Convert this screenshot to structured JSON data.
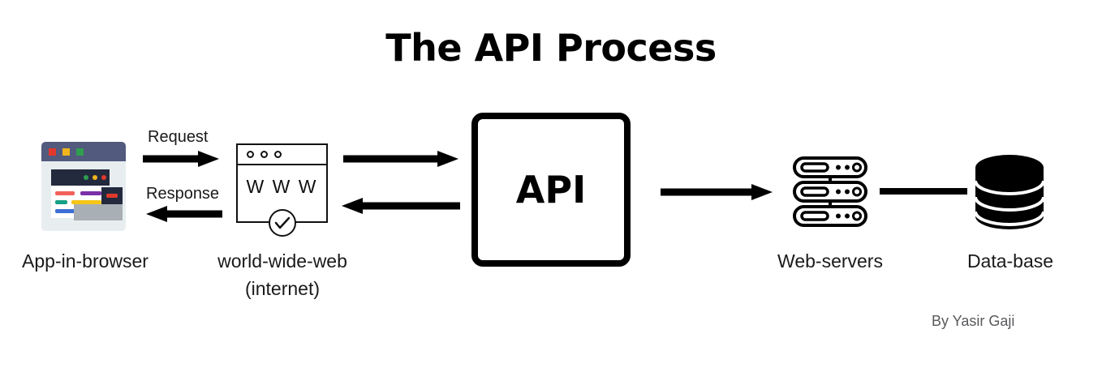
{
  "title": "The API Process",
  "credit": "By Yasir Gaji",
  "nodes": {
    "browser": {
      "label": "App-in-browser",
      "icon": "browser-window-icon"
    },
    "www": {
      "label": "world-wide-web\n(internet)",
      "text": "W W W",
      "icon": "www-window-icon",
      "badge": "check-circle-icon"
    },
    "api": {
      "label": "API",
      "icon": "api-box"
    },
    "servers": {
      "label": "Web-servers",
      "icon": "server-stack-icon"
    },
    "database": {
      "label": "Data-base",
      "icon": "database-cylinder-icon"
    }
  },
  "connections": {
    "request_label": "Request",
    "response_label": "Response"
  },
  "colors": {
    "stroke": "#000000",
    "title": "#000000",
    "label": "#1a1a1a",
    "credit": "#59595d",
    "browser_titlebar": "#525a7d",
    "browser_body": "#e8eef0",
    "browser_inner_dark": "#232a3d",
    "dot_red": "#e0392b",
    "dot_yellow": "#f0b41c",
    "dot_green": "#2f9e4f",
    "bar_purple": "#7b2fa8",
    "bar_teal": "#16a085",
    "bar_blue": "#3b6fd4",
    "gray_panel": "#a9b0b5"
  }
}
